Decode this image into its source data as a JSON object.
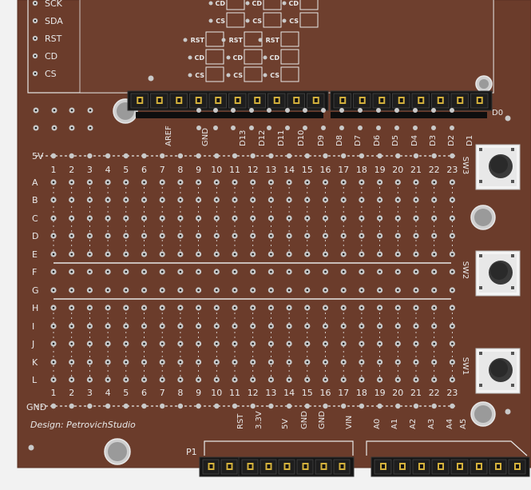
{
  "colors": {
    "board": "#6b3c2b",
    "board_edge": "#5a3123",
    "silk": "#e8e8e8",
    "pad": "#c9c9c9",
    "pad_hole": "#222222",
    "header_body": "#151515",
    "pin_gold": "#d4b13c"
  },
  "module": {
    "left_labels": [
      "SCK",
      "SDA",
      "RST",
      "CD",
      "CS"
    ],
    "slot_groups": [
      {
        "labels": [
          "CD",
          "CS"
        ]
      },
      {
        "labels": [
          "CD",
          "CS"
        ]
      },
      {
        "labels": [
          "CD",
          "CS"
        ]
      },
      {
        "labels": [
          "RST",
          "CD",
          "CS"
        ]
      },
      {
        "labels": [
          "RST",
          "CD",
          "CS"
        ]
      },
      {
        "labels": [
          "RST",
          "CD",
          "CS"
        ]
      }
    ]
  },
  "top_header": {
    "pin_labels": [
      "AREF",
      "GND",
      "D13",
      "D12",
      "D11",
      "D10",
      "D9",
      "D8",
      "D7",
      "D6",
      "D5",
      "D4",
      "D3",
      "D2",
      "D1"
    ],
    "end_label": "D0"
  },
  "grid": {
    "columns": [
      "1",
      "2",
      "3",
      "4",
      "5",
      "6",
      "7",
      "8",
      "9",
      "10",
      "11",
      "12",
      "13",
      "14",
      "15",
      "16",
      "17",
      "18",
      "19",
      "20",
      "21",
      "22",
      "23"
    ],
    "rows": [
      "A",
      "B",
      "C",
      "D",
      "E",
      "F",
      "G",
      "H",
      "I",
      "J",
      "K",
      "L"
    ],
    "top_rail_label": "5V",
    "bottom_rail_label": "GND"
  },
  "switches": [
    "SW3",
    "SW2",
    "SW1"
  ],
  "credit": "Design: PetrovichStudio",
  "bottom_header": {
    "pin_labels": [
      "RST",
      "3.3V",
      "5V",
      "GND",
      "GND",
      "VIN",
      "A0",
      "A1",
      "A2",
      "A3",
      "A4",
      "A5"
    ],
    "label": "P1"
  }
}
